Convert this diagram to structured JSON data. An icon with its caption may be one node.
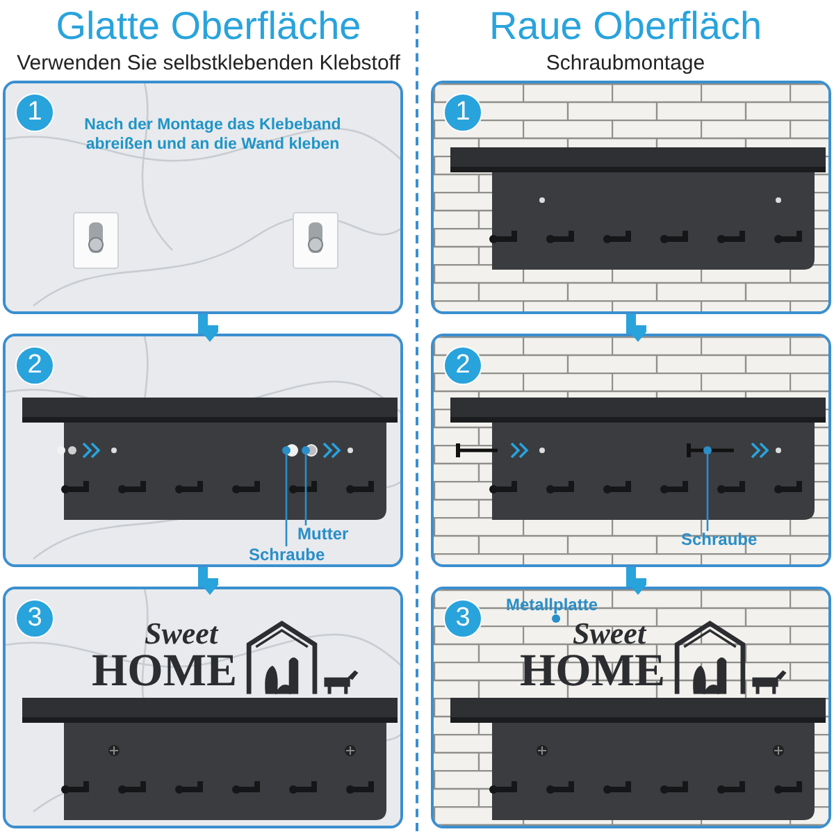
{
  "diagram": {
    "nodes": [
      {
        "text": [
          "1",
          "Nach der Montage das Klebeband abreißen und an die Wand kleben"
        ]
      },
      {
        "text": [
          "2"
        ]
      },
      {
        "text": [
          "3"
        ]
      },
      {
        "text": [
          "1"
        ]
      },
      {
        "text": [
          "2"
        ]
      },
      {
        "text": [
          "3"
        ]
      },
      {
        "text": [
          "Mutter"
        ],
        "in": 1
      },
      {
        "text": [
          "Schraube"
        ],
        "in": 1
      },
      {
        "text": [
          "Schraube"
        ],
        "in": 4
      },
      {
        "text": [
          "Metallplatte"
        ],
        "in": 5
      },
      {
        "text": [
          "Sweet",
          "HOME"
        ],
        "in": 2
      },
      {
        "text": [
          "Sweet",
          "HOME"
        ],
        "in": 5
      }
    ],
    "edges": [
      {
        "from": 0,
        "to": 1,
        "arrow": "to",
        "style": "thick"
      },
      {
        "from": 1,
        "to": 2,
        "arrow": "to",
        "style": "thick"
      },
      {
        "from": 3,
        "to": 4,
        "arrow": "to",
        "style": "thick"
      },
      {
        "from": 4,
        "to": 5,
        "arrow": "to",
        "style": "thick"
      },
      {
        "from": 6,
        "to": null,
        "arrow": "other"
      },
      {
        "from": 7,
        "to": null,
        "arrow": "other"
      },
      {
        "from": 8,
        "to": null,
        "arrow": "other"
      },
      {
        "from": 9,
        "to": 11,
        "arrow": "other"
      }
    ],
    "labels": [
      "Glatte Oberfläche",
      "Verwenden Sie selbstklebenden Klebstoff",
      "Raue Oberfläch",
      "Schraubmontage"
    ]
  }
}
